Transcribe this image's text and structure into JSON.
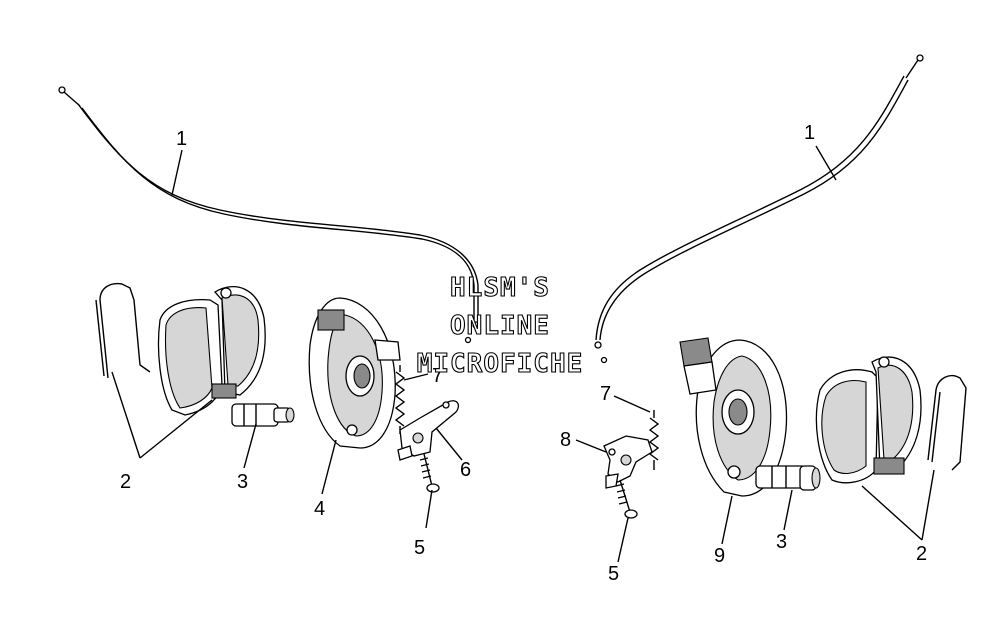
{
  "watermark": {
    "line1": "HLSM'S",
    "line2": "ONLINE",
    "line3": "MICROFICHE"
  },
  "callouts": {
    "left": {
      "cable": "1",
      "shoes": "2",
      "cam": "3",
      "plate": "4",
      "bolt": "5",
      "lever": "6",
      "spring": "7"
    },
    "right": {
      "cable": "1",
      "shoes": "2",
      "cam": "3",
      "bolt": "5",
      "spring": "7",
      "lever": "8",
      "plate": "9"
    }
  }
}
